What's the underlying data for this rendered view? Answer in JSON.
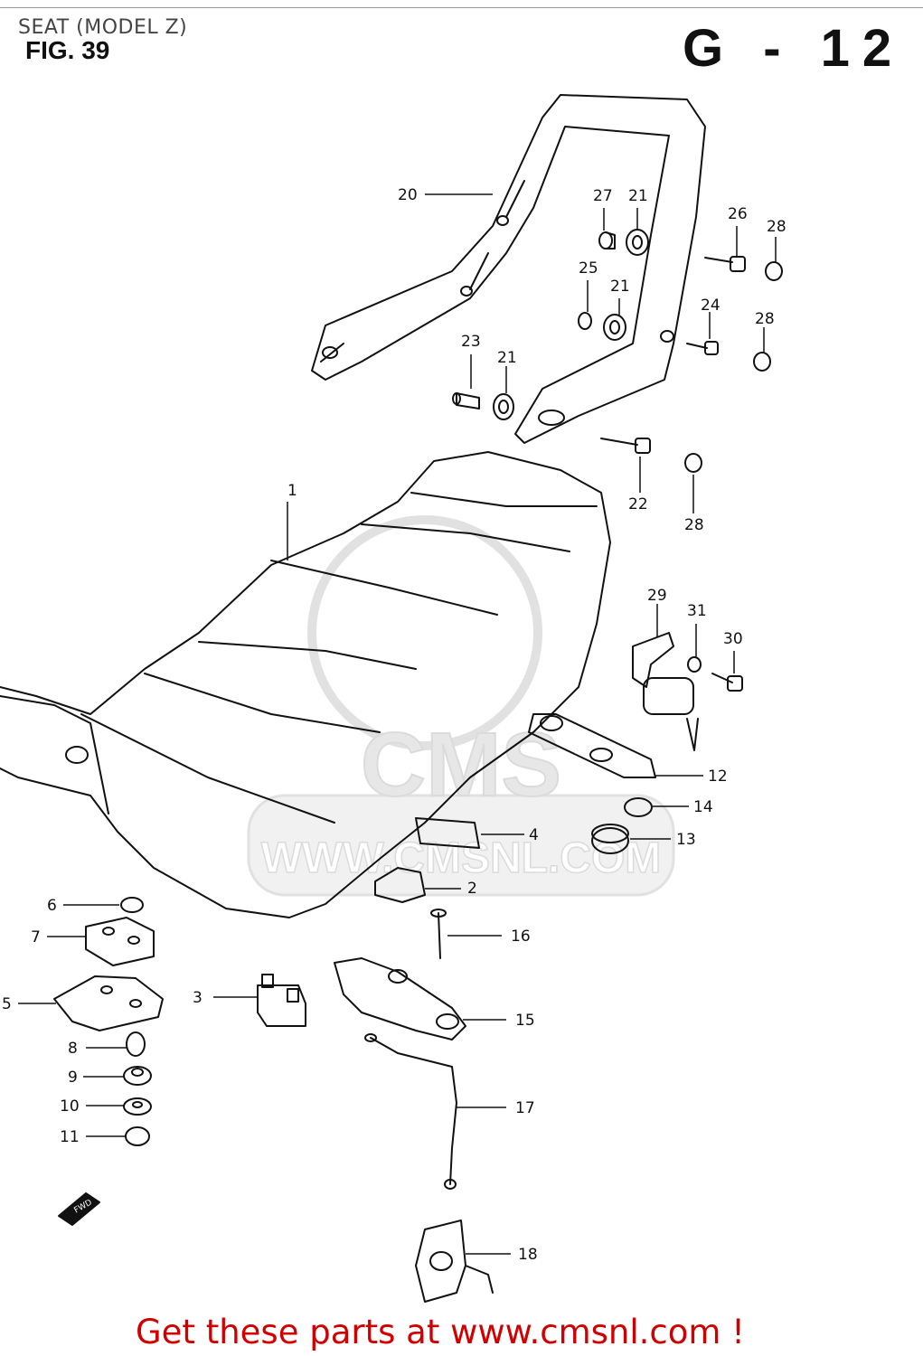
{
  "header": {
    "title": "SEAT (MODEL Z)",
    "figure": "FIG. 39",
    "group_code": "G - 12"
  },
  "watermark": {
    "brand": "CMS",
    "url": "WWW.CMSNL.COM",
    "color": "#bbbbbb"
  },
  "parts": [
    {
      "no": "1"
    },
    {
      "no": "2"
    },
    {
      "no": "3"
    },
    {
      "no": "4"
    },
    {
      "no": "5"
    },
    {
      "no": "6"
    },
    {
      "no": "7"
    },
    {
      "no": "8"
    },
    {
      "no": "9"
    },
    {
      "no": "10"
    },
    {
      "no": "11"
    },
    {
      "no": "12"
    },
    {
      "no": "13"
    },
    {
      "no": "14"
    },
    {
      "no": "15"
    },
    {
      "no": "16"
    },
    {
      "no": "17"
    },
    {
      "no": "18"
    },
    {
      "no": "20"
    },
    {
      "no": "21"
    },
    {
      "no": "21"
    },
    {
      "no": "21"
    },
    {
      "no": "22"
    },
    {
      "no": "23"
    },
    {
      "no": "24"
    },
    {
      "no": "25"
    },
    {
      "no": "26"
    },
    {
      "no": "27"
    },
    {
      "no": "28"
    },
    {
      "no": "28"
    },
    {
      "no": "28"
    },
    {
      "no": "29"
    },
    {
      "no": "30"
    },
    {
      "no": "31"
    }
  ],
  "fwd_arrow": "FWD",
  "cta": {
    "text": "Get these parts at www.cmsnl.com !",
    "color": "#d10000"
  }
}
